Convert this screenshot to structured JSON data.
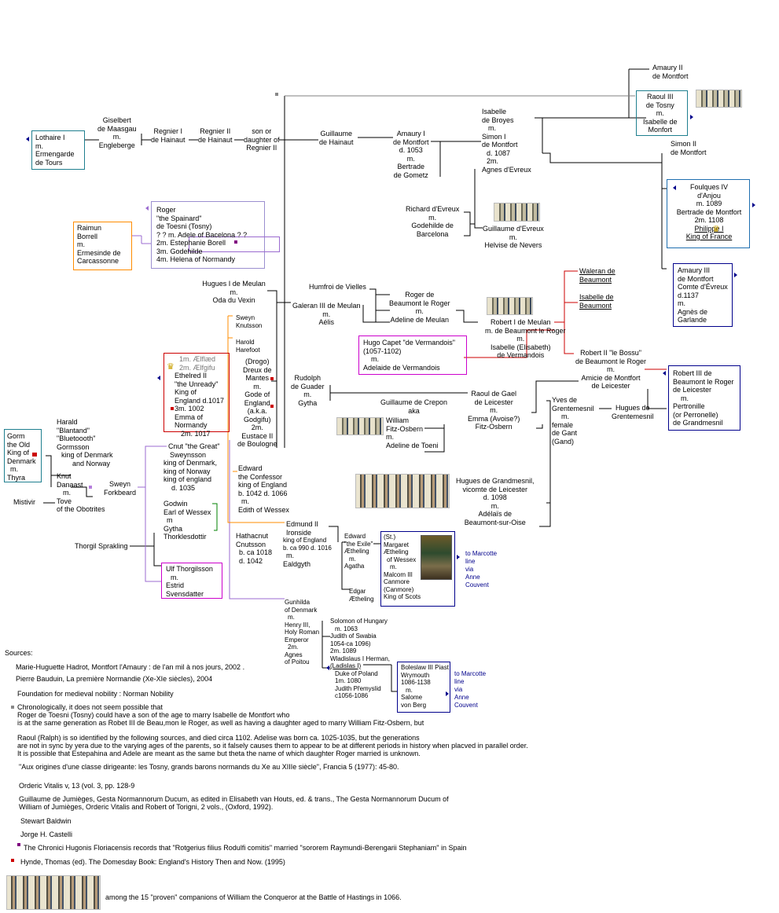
{
  "persons": {
    "lothaire": [
      "Lothaire I",
      "m.",
      "Ermengarde",
      "de Tours"
    ],
    "giselbert": [
      "Giselbert",
      "de Maasgau",
      "m.",
      "Engleberge"
    ],
    "regnier1": [
      "Regnier I",
      "de Hainaut"
    ],
    "regnier2": [
      "Regnier II",
      "de Hainaut"
    ],
    "sonor": [
      "son or",
      "daughter of",
      "Regnier II"
    ],
    "guillaume_hainaut": [
      "Guillaume",
      "de Hainaut"
    ],
    "amaury1": [
      "Amaury I",
      "de Montfort",
      "d. 1053",
      "m.",
      "Bertrade",
      "de Gometz"
    ],
    "isabelle_broyes": [
      "Isabelle",
      "de Broyes",
      "m.",
      "Simon I",
      "de Montfort",
      "d. 1087",
      "2m.",
      "Agnes d'Evreux"
    ],
    "amaury2": [
      "Amaury II",
      "de Montfort"
    ],
    "raoul3": [
      "Raoul III",
      "de Tosny",
      "m.",
      "Isabelle de",
      "Monfort"
    ],
    "simon2": [
      "Simon II",
      "de Montfort"
    ],
    "foulques": [
      "Foulques IV",
      "d'Anjou",
      "m. 1089",
      "Bertrade de Montfort",
      "2m. 1108",
      "Philippe I",
      "King of France"
    ],
    "amaury3": [
      "Amaury III",
      "de Montfort",
      "Comte d'Évreux",
      "d.1137",
      "m.",
      "Agnès de",
      "Garlande"
    ],
    "richard_evreux": [
      "Richard d'Evreux",
      "m.",
      "Godehilde de",
      "Barcelona"
    ],
    "guillaume_evreux": [
      "Guillaume d'Evreux",
      "m.",
      "Helvise de Nevers"
    ],
    "roger": [
      "Roger",
      "\"the Spainard\"",
      "de Toesni (Tosny)",
      "? ? m.  Adele of Bacelona ? ?",
      "2m. Estephanie  Borell",
      "3m. Godehilde",
      "4m. Helena of Normandy"
    ],
    "raimun": [
      "Raimun",
      "Borrell",
      "m.",
      "Ermesinde de",
      "Carcassonne"
    ],
    "hugues_meulan": [
      "Hugues I  de Meulan",
      "m.",
      "Oda du Vexin"
    ],
    "humfroi": [
      "Humfroi de Vielles"
    ],
    "roger_beaumont": [
      "Roger de",
      "Beaumont le Roger",
      "m.",
      "Adeline de Meulan"
    ],
    "galeran": [
      "Galeran III de Meulan",
      "m.",
      "Aélis"
    ],
    "robert1": [
      "Robert I  de Meulan",
      "m. de Beaumont le Roger",
      "m.",
      "Isabelle (Elisabeth)",
      "de Vermandois"
    ],
    "hugo_capet": [
      "Hugo Capet \"de Vermandois\"",
      "(1057-1102)",
      "m.",
      "Adelaide de Vermandois"
    ],
    "waleran": [
      "Waleran de",
      "Beaumont"
    ],
    "isabelle_beaumont": [
      "Isabelle de",
      "Beaumont"
    ],
    "robert2": [
      "Robert II  \"le Bossu\"",
      "de Beaumont le Roger",
      "m.",
      "Amicie de Montfort",
      "de Leicester"
    ],
    "robert3": [
      "Robert III de",
      "Beaumont le Roger",
      "de Leicester",
      "m.",
      "Pertronille",
      "(or Perronelle)",
      "de Grandmesnil"
    ],
    "sweyn_k": [
      "Sweyn",
      "Knutsson"
    ],
    "harold_h": [
      "Harold",
      "Harefoot"
    ],
    "ethelred": [
      "1m. Ælflæd",
      "2m. Ælfgifu",
      "Ethelred II",
      "\"the Unready\"",
      "King of",
      "England  d.1017",
      "3m. 1002",
      "Emma of",
      "Normandy",
      "2m. 1017"
    ],
    "drogo": [
      "(Drogo)",
      "Dreux de",
      "Mantes",
      "m.",
      "Gode of",
      "England",
      "(a.k.a.",
      "Godgifu)",
      "2m.",
      "Eustace II",
      "de Boulogne"
    ],
    "rudolph": [
      "Rudolph",
      "de Guader",
      "m.",
      "Gytha"
    ],
    "raoul_gael": [
      "Raoul de Gael",
      "de Leicester",
      "m.",
      "Emma (Avoise?)",
      "Fitz-Osbern"
    ],
    "guillaume_crepon": [
      "Guillaume de Crepon",
      "aka"
    ],
    "william_fo": [
      "William",
      "Fitz-Osbern",
      "m.",
      "Adeline de Toeni"
    ],
    "yves": [
      "Yves de",
      "Grentemesnil",
      "m.",
      "female",
      "de Gant",
      "(Gand)"
    ],
    "hugues_grent": [
      "Hugues de",
      "Grentemesnil"
    ],
    "hugues_grand": [
      "Hugues de Grandmesnil,",
      "vicomte de Leicester",
      "d. 1098",
      "m.",
      "Adélaïs de",
      "Beaumont-sur-Oise"
    ],
    "gorm": [
      "Gorm",
      "the Old",
      "King of",
      "Denmark",
      "m.",
      "Thyra"
    ],
    "harald": [
      "Harald",
      "\"Blantand\"",
      "\"Bluetoooth\"",
      "Gormsson",
      "king of Denmark",
      "and Norway"
    ],
    "knut": [
      "Knut",
      "Danaast",
      "m.",
      "Tove",
      "of the Obotrites"
    ],
    "mistivir": [
      "Mistivir"
    ],
    "sweyn_f": [
      "Sweyn",
      "Forkbeard"
    ],
    "cnut": [
      "Cnut \"the Great\"",
      "Sweynsson",
      "king of Denmark,",
      "king of Norway",
      "king of england",
      "d. 1035"
    ],
    "edward_conf": [
      "Edward",
      "the Confessor",
      "king of England",
      "b. 1042  d. 1066",
      "m.",
      "Edith of Wessex"
    ],
    "godwin": [
      "Godwin",
      "Earl of Wessex",
      "m",
      "Gytha",
      "Thorklesdottir"
    ],
    "thorgil": [
      "Thorgil Sprakling"
    ],
    "ulf": [
      "Ulf Thorgilsson",
      "m.",
      "Estrid",
      "Svensdatter"
    ],
    "hathacnut": [
      "Hathacnut",
      "Cnutsson",
      "b. ca 1018",
      "d. 1042"
    ],
    "edmund": [
      "Edmund II",
      "Ironside",
      "king of England",
      "b. ca 990  d. 1016",
      "m.",
      "Ealdgyth"
    ],
    "edward_exile": [
      "Edward",
      "\"the Exile\"",
      "Ætheling",
      "m.",
      "Agatha"
    ],
    "edgar": [
      "Edgar",
      "Ætheling"
    ],
    "margaret": [
      "(St.)",
      "Margaret",
      "Ætheling",
      "of Wessex",
      "m.",
      "Malcom III",
      "Canmore",
      "(Canmore)",
      "King of Scots"
    ],
    "marcotte1": [
      "to Marcotte",
      "line",
      "via",
      "Anne",
      "Couvent"
    ],
    "gunhilda": [
      "Gunhilda",
      "of Denmark",
      "m.",
      "Henry III,",
      "Holy Roman",
      "Emperor",
      "2m.",
      "Agnes",
      "of Poitou"
    ],
    "solomon": [
      "Solomon of Hungary",
      "m. 1063",
      "Judith of Swabia",
      "1054-ca 1096)",
      "2m. 1089",
      "Wladislaus I Herman,",
      "(Ladislas I)",
      "Duke of Poland",
      "1m. 1080",
      "Judith Přemyslid",
      "c1056-1086"
    ],
    "boleslaw": [
      "Boleslaw III Piast",
      "Wrymouth",
      "1086-1138",
      "m.",
      "Salome",
      "von Berg"
    ],
    "marcotte2": [
      "to Marcotte",
      "line",
      "via",
      "Anne",
      "Couvent"
    ]
  },
  "sources": {
    "heading": "Sources:",
    "s1": "Marie-Huguette Hadrot, Montfort l'Amaury : de l'an mil à nos jours, 2002 .",
    "s2": "Pierre Bauduin, La première Normandie (Xe-XIe siècles), 2004",
    "s3": "Foundation for medieval nobility : Norman Nobility",
    "s4a": "Chronologically, it does not seem possible that",
    "s4b": "Roger de Toesni (Tosny) could have a son of the age to marry  Isabelle de Montfort who",
    "s4c": "is at the same generation as Robet III de Beau,mon le Roger, as well as having a daughter aged to marry William Fitz-Osbern, but",
    "s5a": "Raoul (Ralph) is so  identified by the following sources, and died circa 1102. Adelise was born ca. 1025-1035, but the generations",
    "s5b": "are not in sync by yera due to the varying ages of the parents, so it falsely causes them to appear to be at different periods in history when placved in parallel order.",
    "s5c": "It is possible that Estepahina and Adele are meant as the same but theta the name of which daughter Roger married is unknown.",
    "s6": "\"Aux origines d'une classe dirigeante: les Tosny, grands barons normands du Xe au XIIIe siècle\", Francia 5 (1977): 45-80.",
    "s7": "Orderic Vitalis  v, 13 (vol. 3, pp. 128-9",
    "s8a": "Guillaume de Jumièges, Gesta Normannorum Ducum, as edited in Elisabeth van Houts, ed. & trans., The Gesta Normannorum Ducum of",
    "s8b": "William of Jumièges, Orderic Vitalis and Robert of Torigni, 2 vols., (Oxford, 1992).",
    "s9": "Stewart Baldwin",
    "s10": "Jorge H. Castelli",
    "s11": "The Chronici Hugonis Floriacensis records that \"Rotgerius filius Rodulfi comitis\" married \"sororem Raymundi-Berengarii Stephaniam\" in Spain",
    "s12": "Hynde, Thomas (ed). The Domesday Book: England's History Then and Now. (1995)",
    "s13": "among the 15 \"proven\" companions of William the Conqueror at the Battle of Hastings in 1066."
  },
  "colors": {
    "blue_box": "#1f7f8f",
    "navy_box": "#00008b",
    "orange": "#ff8c00",
    "purple": "#b57edc",
    "magenta": "#cc00cc",
    "red": "#cc0000",
    "green": "#008000",
    "link_blue": "#00008b"
  }
}
